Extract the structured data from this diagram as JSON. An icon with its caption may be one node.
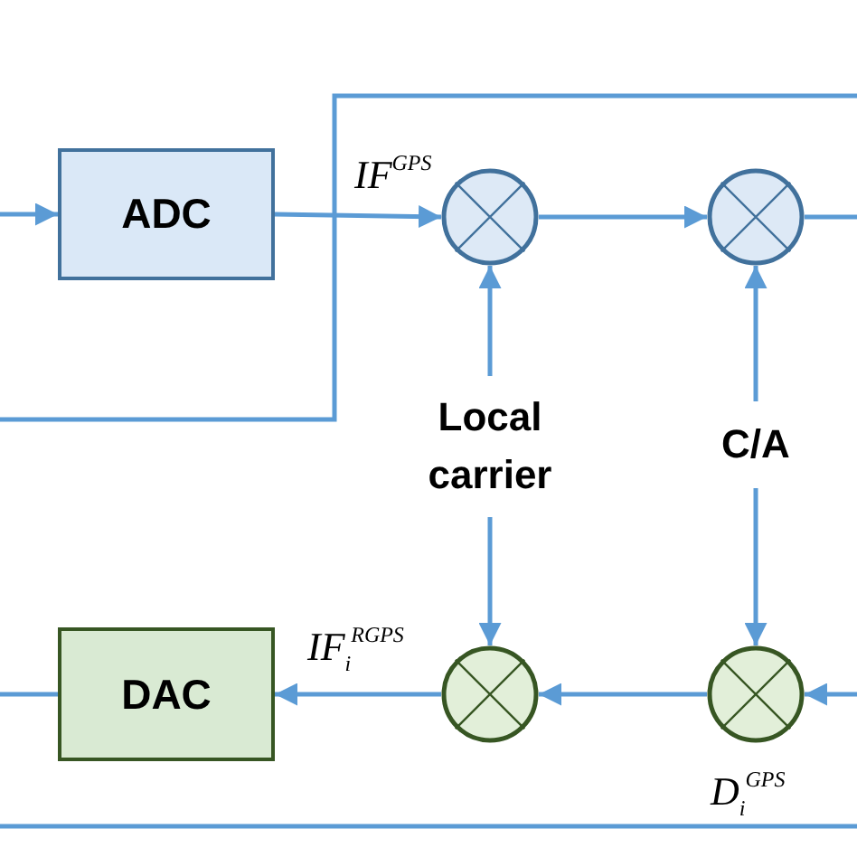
{
  "diagram": {
    "nodes": [
      {
        "text": [
          "ADC"
        ]
      },
      {
        "text": [],
        "shape": "circle"
      },
      {
        "text": [],
        "shape": "circle"
      },
      {
        "text": [
          "Local carrier"
        ]
      },
      {
        "text": [
          "C/A"
        ]
      },
      {
        "text": [
          "DAC"
        ]
      },
      {
        "text": [],
        "shape": "circle"
      },
      {
        "text": [],
        "shape": "circle"
      }
    ],
    "edges": [
      {
        "from": null,
        "to": 0,
        "arrow": "to"
      },
      {
        "from": 0,
        "to": 1,
        "arrow": "to",
        "label": "IF$^{GPS}$"
      },
      {
        "from": 1,
        "to": 2,
        "arrow": "to"
      },
      {
        "from": 2,
        "to": null,
        "arrow": "none"
      },
      {
        "from": 3,
        "to": 1,
        "arrow": "to"
      },
      {
        "from": 4,
        "to": 2,
        "arrow": "to"
      },
      {
        "from": 3,
        "to": 6,
        "arrow": "to"
      },
      {
        "from": 4,
        "to": 7,
        "arrow": "to"
      },
      {
        "from": null,
        "to": 7,
        "arrow": "to"
      },
      {
        "from": 7,
        "to": 6,
        "arrow": "to"
      },
      {
        "from": 6,
        "to": 5,
        "arrow": "to",
        "label": "IF$_{i}$$^{RGPS}$"
      },
      {
        "from": 5,
        "to": null,
        "arrow": "none"
      }
    ],
    "labels": [
      "D$_{i}$$^{GPS}$"
    ]
  }
}
